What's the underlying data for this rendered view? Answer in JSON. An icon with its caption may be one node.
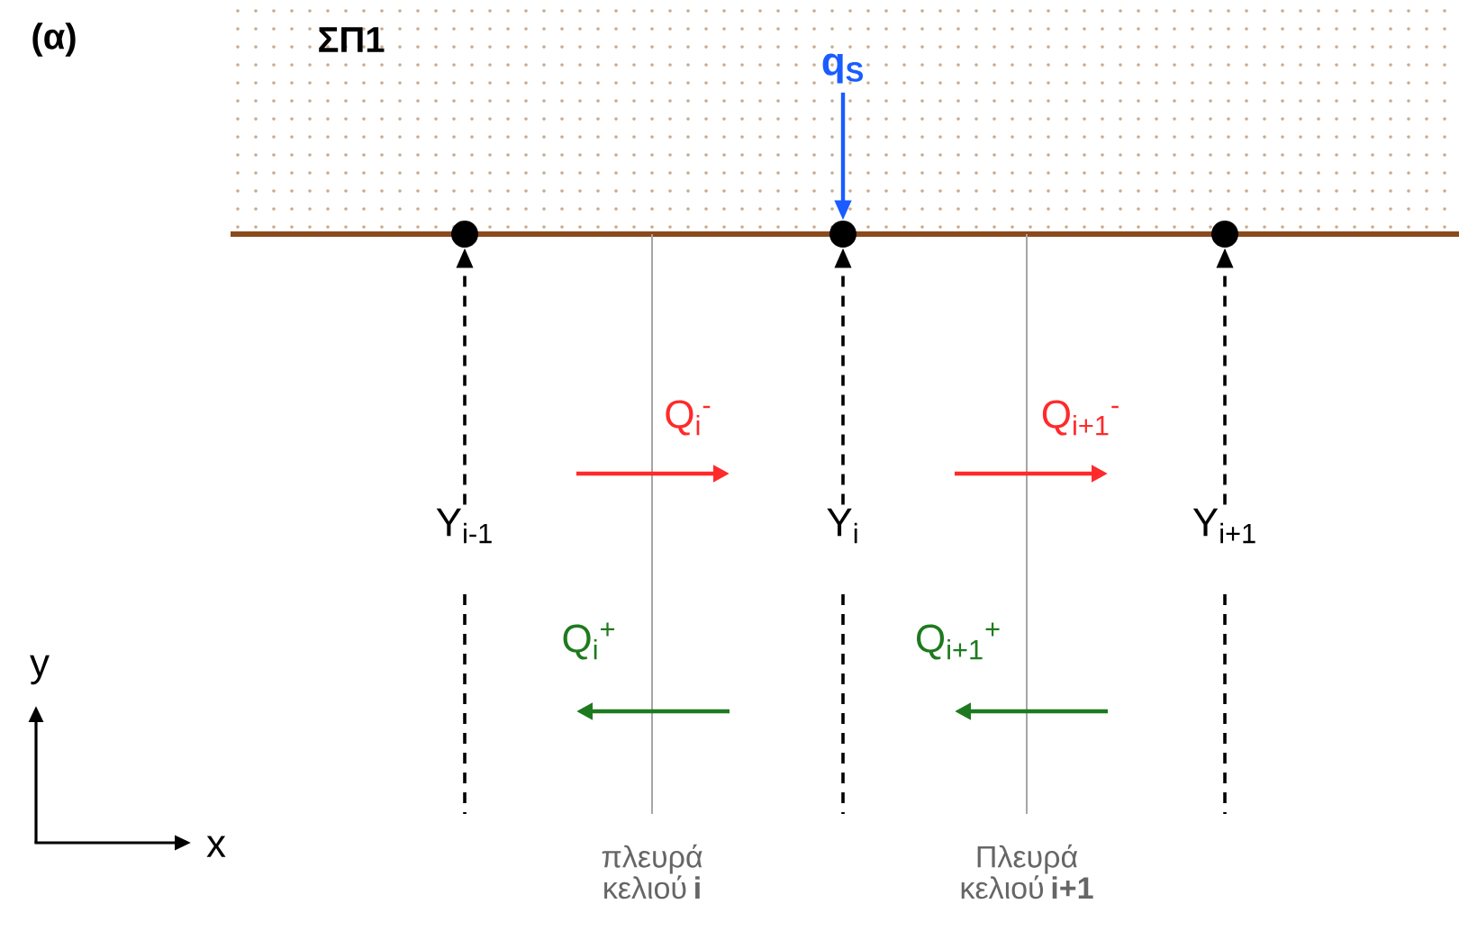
{
  "diagram": {
    "nodes": [
      {
        "text": [
          "q$_{S}$"
        ]
      },
      {
        "text": [],
        "shape": "circle"
      },
      {
        "text": [],
        "shape": "circle"
      },
      {
        "text": [],
        "shape": "circle"
      },
      {
        "text": [
          "Y$_{i-1}$"
        ]
      },
      {
        "text": [
          "Y$_{i}$"
        ]
      },
      {
        "text": [
          "Y$_{i+1}$"
        ]
      }
    ],
    "edges": [
      {
        "from": 0,
        "to": 2,
        "arrow": "to",
        "color": "#1a5cff"
      },
      {
        "from": 4,
        "to": 1,
        "arrow": "to",
        "style": "dashed"
      },
      {
        "from": 5,
        "to": 2,
        "arrow": "to",
        "style": "dashed"
      },
      {
        "from": 6,
        "to": 3,
        "arrow": "to",
        "style": "dashed"
      }
    ],
    "labels": [
      "(α)",
      "ΣΠ1",
      "Q$_{i}$$^{-}$",
      "Q$_{i+1}$$^{-}$",
      "Q$_{i}$$^{+}$",
      "Q$_{i+1}$$^{+}$",
      "y",
      "x",
      "πλευρά κελιού **i**",
      "Πλευρά κελιού **i+1**"
    ]
  }
}
